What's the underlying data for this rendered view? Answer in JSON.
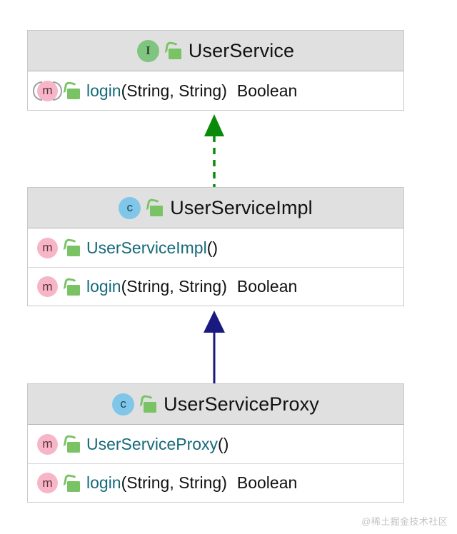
{
  "diagram": {
    "title": "UML class diagram",
    "background_color": "#ffffff",
    "header_background": "#e0e0e0",
    "method_name_color": "#16697a",
    "interface_badge_color": "#7fc47f",
    "class_badge_color": "#7fc6e8",
    "method_badge_color": "#f6b6c8",
    "lock_color": "#79c365"
  },
  "classes": [
    {
      "name": "UserService",
      "stereotype": "interface",
      "badge_letter": "I",
      "visibility": "public",
      "members": [
        {
          "badge_letter": "m",
          "abstract": true,
          "visibility": "public",
          "name": "login",
          "signature": "(String, String)",
          "return_type": "Boolean"
        }
      ]
    },
    {
      "name": "UserServiceImpl",
      "stereotype": "class",
      "badge_letter": "c",
      "visibility": "public",
      "members": [
        {
          "badge_letter": "m",
          "abstract": false,
          "visibility": "public",
          "name": "UserServiceImpl",
          "signature": "()",
          "return_type": ""
        },
        {
          "badge_letter": "m",
          "abstract": false,
          "visibility": "public",
          "name": "login",
          "signature": "(String, String)",
          "return_type": "Boolean"
        }
      ]
    },
    {
      "name": "UserServiceProxy",
      "stereotype": "class",
      "badge_letter": "c",
      "visibility": "public",
      "members": [
        {
          "badge_letter": "m",
          "abstract": false,
          "visibility": "public",
          "name": "UserServiceProxy",
          "signature": "()",
          "return_type": ""
        },
        {
          "badge_letter": "m",
          "abstract": false,
          "visibility": "public",
          "name": "login",
          "signature": "(String, String)",
          "return_type": "Boolean"
        }
      ]
    }
  ],
  "relations": [
    {
      "type": "realization",
      "from": "UserServiceImpl",
      "to": "UserService",
      "line_style": "dashed",
      "color": "#0a8a0a"
    },
    {
      "type": "generalization",
      "from": "UserServiceProxy",
      "to": "UserServiceImpl",
      "line_style": "solid",
      "color": "#19197f"
    }
  ],
  "watermark": {
    "text": "@稀土掘金技术社区"
  }
}
